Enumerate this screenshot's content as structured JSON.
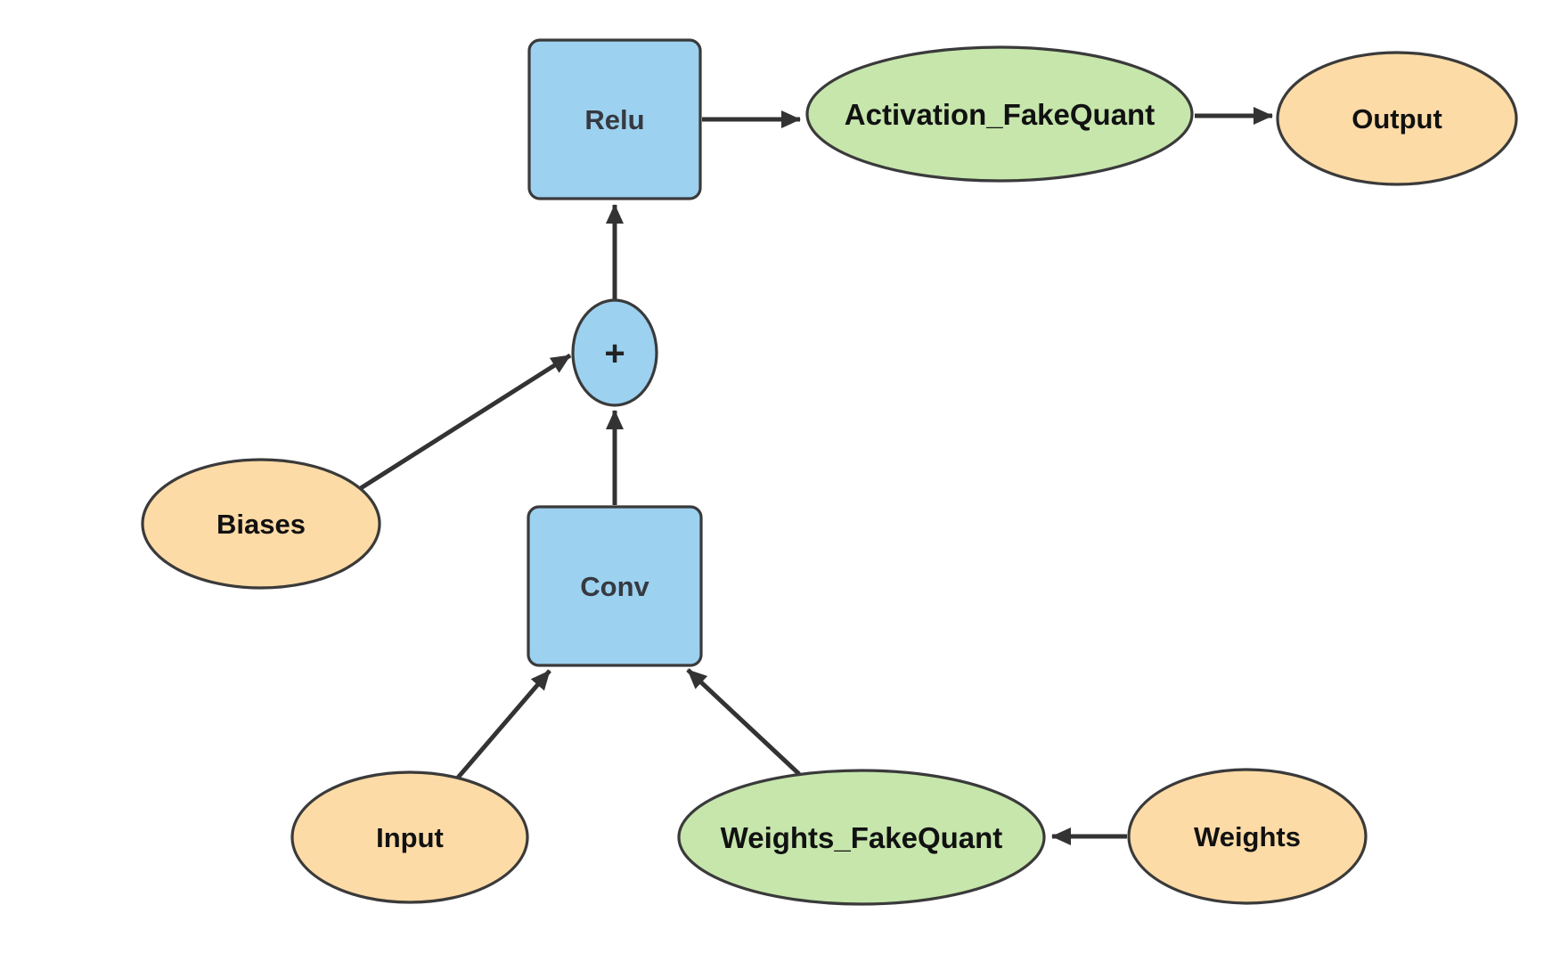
{
  "diagram": {
    "background_color": "#ffffff",
    "colors": {
      "op_node_fill_blue": "#9CD1F0",
      "fakequant_node_fill_green": "#C6E6AC",
      "tensor_node_fill_orange": "#FDDBA6",
      "node_stroke": "#3A3A3A",
      "edge_stroke": "#333333",
      "box_label_color": "#36393F",
      "ellipse_label_color": "#111111"
    },
    "nodes": {
      "relu": {
        "label": "Relu",
        "shape": "rounded-square",
        "fill": "#9CD1F0"
      },
      "activation_fakequant": {
        "label": "Activation_FakeQuant",
        "shape": "ellipse",
        "fill": "#C6E6AC"
      },
      "output": {
        "label": "Output",
        "shape": "ellipse",
        "fill": "#FDDBA6"
      },
      "plus": {
        "label": "+",
        "shape": "ellipse",
        "fill": "#9CD1F0"
      },
      "biases": {
        "label": "Biases",
        "shape": "ellipse",
        "fill": "#FDDBA6"
      },
      "conv": {
        "label": "Conv",
        "shape": "rounded-square",
        "fill": "#9CD1F0"
      },
      "input": {
        "label": "Input",
        "shape": "ellipse",
        "fill": "#FDDBA6"
      },
      "weights_fakequant": {
        "label": "Weights_FakeQuant",
        "shape": "ellipse",
        "fill": "#C6E6AC"
      },
      "weights": {
        "label": "Weights",
        "shape": "ellipse",
        "fill": "#FDDBA6"
      }
    },
    "edges": [
      {
        "from": "relu",
        "to": "activation_fakequant"
      },
      {
        "from": "activation_fakequant",
        "to": "output"
      },
      {
        "from": "plus",
        "to": "relu"
      },
      {
        "from": "conv",
        "to": "plus"
      },
      {
        "from": "biases",
        "to": "plus"
      },
      {
        "from": "input",
        "to": "conv"
      },
      {
        "from": "weights_fakequant",
        "to": "conv"
      },
      {
        "from": "weights",
        "to": "weights_fakequant"
      }
    ]
  }
}
